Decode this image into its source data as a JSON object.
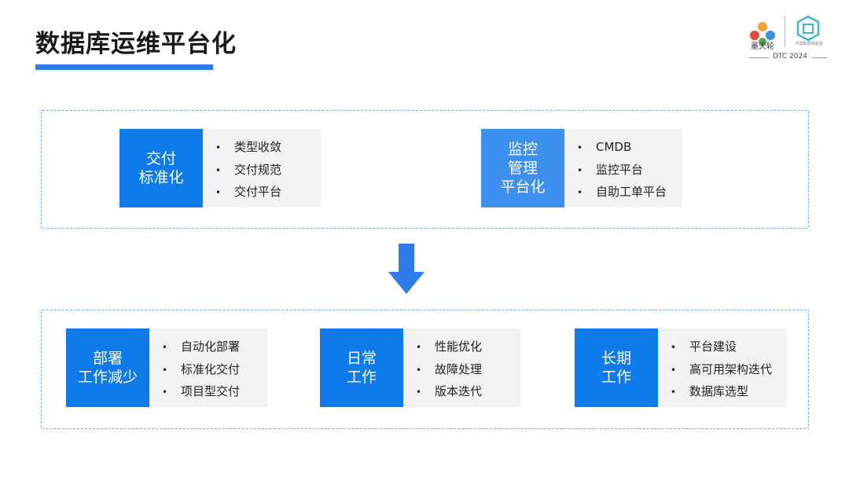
{
  "slide": {
    "title": "数据库运维平台化",
    "accent_color": "#2f7be8",
    "logos": {
      "left_text": "墨天轮",
      "right_text": "中国数据库联盟",
      "event_text": "DTC 2024"
    }
  },
  "top_cards": [
    {
      "label": "交付\n标准化",
      "items": [
        "类型收敛",
        "交付规范",
        "交付平台"
      ]
    },
    {
      "label": "监控\n管理\n平台化",
      "items": [
        "CMDB",
        "监控平台",
        "自助工单平台"
      ]
    }
  ],
  "bottom_cards": [
    {
      "label": "部署\n工作减少",
      "items": [
        "自动化部署",
        "标准化交付",
        "项目型交付"
      ]
    },
    {
      "label": "日常\n工作",
      "items": [
        "性能优化",
        "故障处理",
        "版本迭代"
      ]
    },
    {
      "label": "长期\n工作",
      "items": [
        "平台建设",
        "高可用架构迭代",
        "数据库选型"
      ]
    }
  ],
  "bullet_glyph": "•"
}
